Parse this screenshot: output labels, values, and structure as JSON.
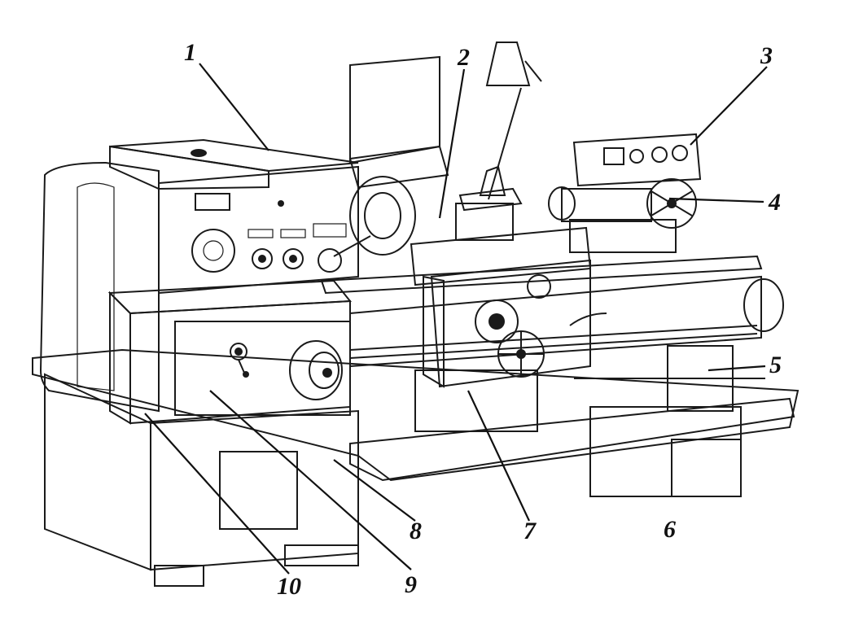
{
  "figure": {
    "labels": [
      {
        "id": "1",
        "text": "1"
      },
      {
        "id": "2",
        "text": "2"
      },
      {
        "id": "3",
        "text": "3"
      },
      {
        "id": "4",
        "text": "4"
      },
      {
        "id": "5",
        "text": "5"
      },
      {
        "id": "6",
        "text": "6"
      },
      {
        "id": "7",
        "text": "7"
      },
      {
        "id": "8",
        "text": "8"
      },
      {
        "id": "9",
        "text": "9"
      },
      {
        "id": "10",
        "text": "10"
      }
    ],
    "ink_color": "#1a1a1a",
    "paper_color": "#ffffff"
  }
}
